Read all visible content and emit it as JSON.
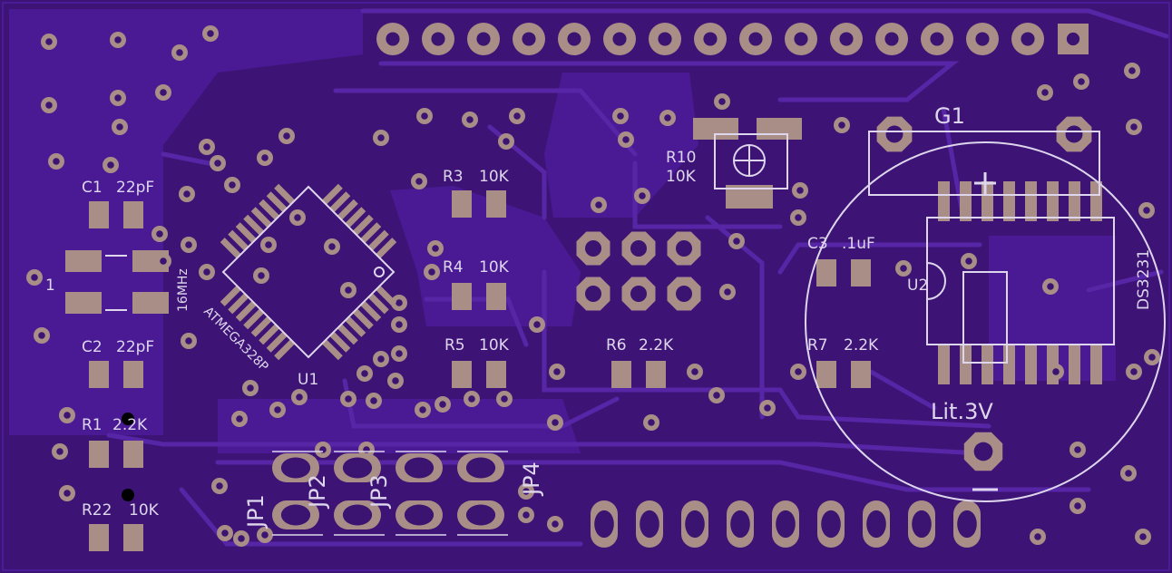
{
  "board": {
    "colors": {
      "substrate": "#3d1475",
      "copper_fill": "#4a1a95",
      "trace": "#5626a6",
      "pad": "#a98e88",
      "silkscreen": "#ddd6ec",
      "hole": "#3a1470"
    }
  },
  "labels": {
    "c1": "C1",
    "c1_value": "22pF",
    "c2": "C2",
    "c2_value": "22pF",
    "crystal_pin": "1",
    "crystal_value": "16MHz",
    "u1_part": "ATMEGA328P",
    "u1": "U1",
    "r3": "R3",
    "r3_value": "10K",
    "r4": "R4",
    "r4_value": "10K",
    "r5": "R5",
    "r5_value": "10K",
    "r6": "R6",
    "r6_value": "2.2K",
    "r7": "R7",
    "r7_value": "2.2K",
    "r10": "R10",
    "r10_value": "10K",
    "c3": "C3",
    "c3_value": ".1uF",
    "g1": "G1",
    "u2": "U2",
    "ds3231": "DS3231",
    "battery": "Lit.3V",
    "r1": "R1",
    "r1_value": "2.2K",
    "r22": "R22",
    "r22_value": "10K",
    "jp1": "JP1",
    "jp2": "JP2",
    "jp3": "JP3",
    "jp4": "JP4"
  }
}
